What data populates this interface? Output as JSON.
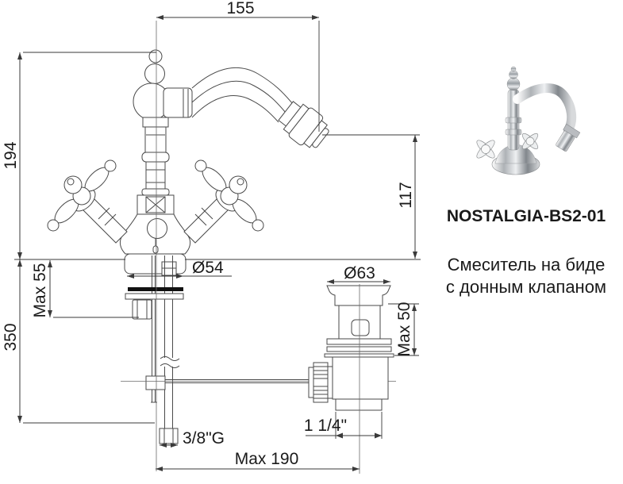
{
  "product": {
    "code": "NOSTALGIA-BS2-01",
    "description_line1": "Смеситель на биде",
    "description_line2": "с донным клапаном"
  },
  "drawing": {
    "dims": {
      "spout_reach": "155",
      "body_height": "194",
      "spout_height": "117",
      "base_diameter": "Ø54",
      "max_deck_thickness": "Max 55",
      "supply_length": "350",
      "drain_flange_diameter": "Ø63",
      "drain_max_thickness": "Max 50",
      "supply_thread": "3/8\"G",
      "drain_thread": "1 1/4\"",
      "max_rod_reach": "Max 190"
    }
  },
  "colors": {
    "drawing_line": "#4a4a4a",
    "dimension_line": "#3a3a3a",
    "text": "#1a1a1a",
    "background": "#ffffff"
  }
}
